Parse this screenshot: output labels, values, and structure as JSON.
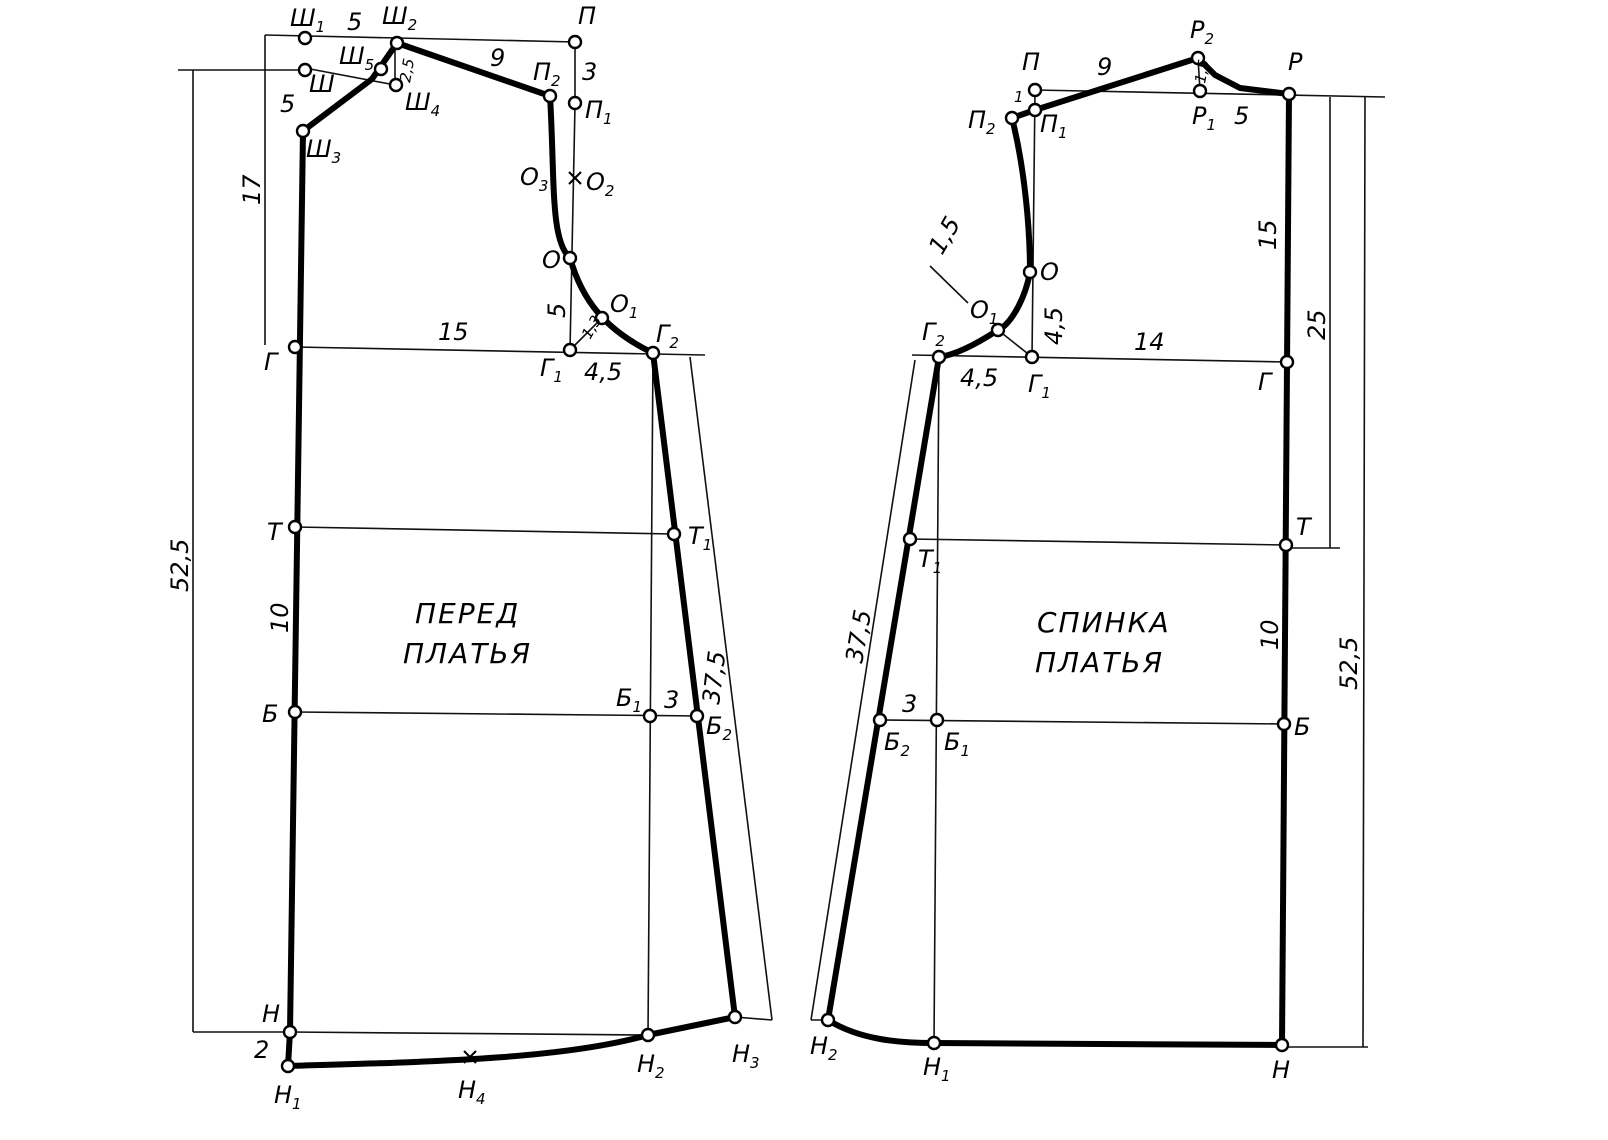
{
  "front": {
    "title_line1": "ПЕРЕД",
    "title_line2": "ПЛАТЬЯ",
    "points": {
      "Sh1": {
        "base": "Ш",
        "sub": "1"
      },
      "Sh2": {
        "base": "Ш",
        "sub": "2"
      },
      "Sh": {
        "base": "Ш",
        "sub": ""
      },
      "Sh5": {
        "base": "Ш",
        "sub": "5"
      },
      "Sh4": {
        "base": "Ш",
        "sub": "4"
      },
      "Sh3": {
        "base": "Ш",
        "sub": "3"
      },
      "P": {
        "base": "П",
        "sub": ""
      },
      "P2": {
        "base": "П",
        "sub": "2"
      },
      "P1": {
        "base": "П",
        "sub": "1"
      },
      "O3": {
        "base": "О",
        "sub": "3"
      },
      "O2": {
        "base": "О",
        "sub": "2"
      },
      "O": {
        "base": "О",
        "sub": ""
      },
      "O1": {
        "base": "О",
        "sub": "1"
      },
      "G": {
        "base": "Г",
        "sub": ""
      },
      "G1": {
        "base": "Г",
        "sub": "1"
      },
      "G2": {
        "base": "Г",
        "sub": "2"
      },
      "T": {
        "base": "Т",
        "sub": ""
      },
      "T1": {
        "base": "Т",
        "sub": "1"
      },
      "B": {
        "base": "Б",
        "sub": ""
      },
      "B1": {
        "base": "Б",
        "sub": "1"
      },
      "B2": {
        "base": "Б",
        "sub": "2"
      },
      "N": {
        "base": "Н",
        "sub": ""
      },
      "N1": {
        "base": "Н",
        "sub": "1"
      },
      "N4": {
        "base": "Н",
        "sub": "4"
      },
      "N2": {
        "base": "Н",
        "sub": "2"
      },
      "N3": {
        "base": "Н",
        "sub": "3"
      }
    },
    "dims": {
      "top5": "5",
      "nine": "9",
      "three": "3",
      "side5": "5",
      "twofive": "2,5",
      "seventeen": "17",
      "fifteen": "15",
      "armhole5": "5",
      "onethree": "1,3",
      "fourfive": "4,5",
      "total": "52,5",
      "ten": "10",
      "bust3": "3",
      "side": "37,5",
      "hem2": "2"
    }
  },
  "back": {
    "title_line1": "СПИНКА",
    "title_line2": "ПЛАТЬЯ",
    "points": {
      "P": {
        "base": "П",
        "sub": ""
      },
      "P2": {
        "base": "П",
        "sub": "2"
      },
      "P1": {
        "base": "П",
        "sub": "1"
      },
      "R": {
        "base": "Р",
        "sub": ""
      },
      "R2": {
        "base": "Р",
        "sub": "2"
      },
      "R1": {
        "base": "Р",
        "sub": "1"
      },
      "O": {
        "base": "О",
        "sub": ""
      },
      "O1": {
        "base": "О",
        "sub": "1"
      },
      "G": {
        "base": "Г",
        "sub": ""
      },
      "G1": {
        "base": "Г",
        "sub": "1"
      },
      "G2": {
        "base": "Г",
        "sub": "2"
      },
      "T": {
        "base": "Т",
        "sub": ""
      },
      "T1": {
        "base": "Т",
        "sub": "1"
      },
      "B": {
        "base": "Б",
        "sub": ""
      },
      "B1": {
        "base": "Б",
        "sub": "1"
      },
      "B2": {
        "base": "Б",
        "sub": "2"
      },
      "N": {
        "base": "Н",
        "sub": ""
      },
      "N1": {
        "base": "Н",
        "sub": "1"
      },
      "N2": {
        "base": "Н",
        "sub": "2"
      }
    },
    "dims": {
      "nine": "9",
      "one": "1",
      "onefive_small": "1,5",
      "five": "5",
      "fifteen": "15",
      "twentyfive": "25",
      "onefive": "1,5",
      "fourfive_v": "4,5",
      "fourfive_h": "4,5",
      "fourteen": "14",
      "ten": "10",
      "total": "52,5",
      "side": "37,5",
      "bust3": "3"
    }
  }
}
